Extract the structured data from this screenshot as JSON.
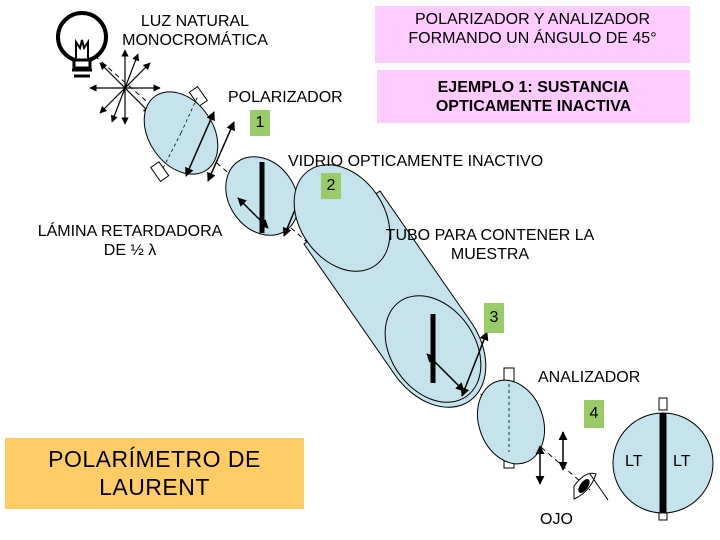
{
  "labels": {
    "light_line1": "LUZ NATURAL",
    "light_line2": "MONOCROMÁTICA",
    "polarizer": "POLARIZADOR",
    "glass": "VIDRIO OPTICAMENTE INACTIVO",
    "plate_line1": "LÁMINA RETARDADORA",
    "plate_line2": "DE ½ λ",
    "tube_line1": "TUBO PARA CONTENER LA",
    "tube_line2": "MUESTRA",
    "analyzer": "ANALIZADOR",
    "eye": "OJO",
    "lt_left": "LT",
    "lt_right": "LT"
  },
  "boxes": {
    "angle_line1": "POLARIZADOR Y ANALIZADOR",
    "angle_line2": "FORMANDO UN ÁNGULO DE 45°",
    "example_line1": "EJEMPLO 1: SUSTANCIA",
    "example_line2": "OPTICAMENTE INACTIVA",
    "title_line1": "POLARÍMETRO DE",
    "title_line2": "LAURENT"
  },
  "markers": [
    "1",
    "2",
    "3",
    "4"
  ],
  "icons": [
    "light-bulb-icon",
    "eye-icon"
  ],
  "colors": {
    "optics_fill": "#c5e3ec",
    "info_box": "#ffccff",
    "marker": "#99cc66",
    "title_box": "#ffcc66"
  }
}
